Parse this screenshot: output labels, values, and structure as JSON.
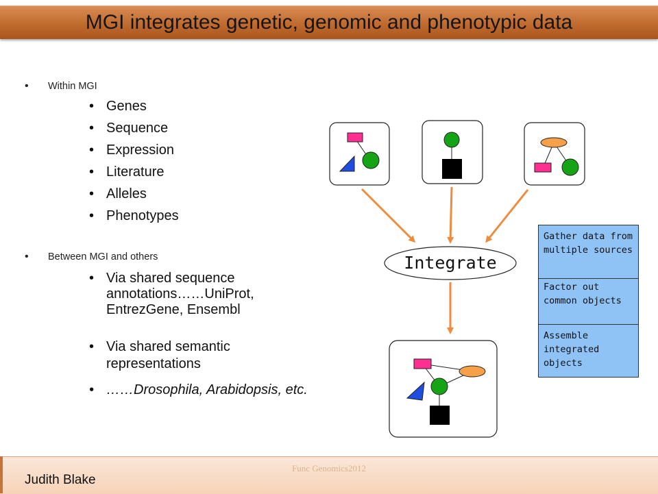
{
  "title": "MGI integrates genetic, genomic and phenotypic data",
  "bullets": {
    "within": {
      "label": "Within MGI",
      "items": [
        "Genes",
        "Sequence",
        "Expression",
        "Literature",
        "Alleles",
        "Phenotypes"
      ]
    },
    "between": {
      "label": "Between  MGI and others",
      "via_sequence": " Via shared sequence annotations……UniProt, EntrezGene, Ensembl",
      "via_semantic": "Via shared semantic representations",
      "via_semantic_examples": "……Drosophila, Arabidopsis, etc."
    }
  },
  "diagram": {
    "integrate_label": "Integrate",
    "steps": [
      "Gather data from multiple sources",
      "Factor out common objects",
      "Assemble integrated objects"
    ],
    "colors": {
      "arrow": "#f08a3c",
      "pink_rect": "#ff2f92",
      "green_circle": "#16a416",
      "blue_triangle": "#1f4de0",
      "orange_ellipse": "#f6a04a",
      "black_square": "#000000",
      "step_box": "#8fc2f5"
    }
  },
  "footer": {
    "author": "Judith Blake",
    "event": "Func Genomics2012"
  }
}
